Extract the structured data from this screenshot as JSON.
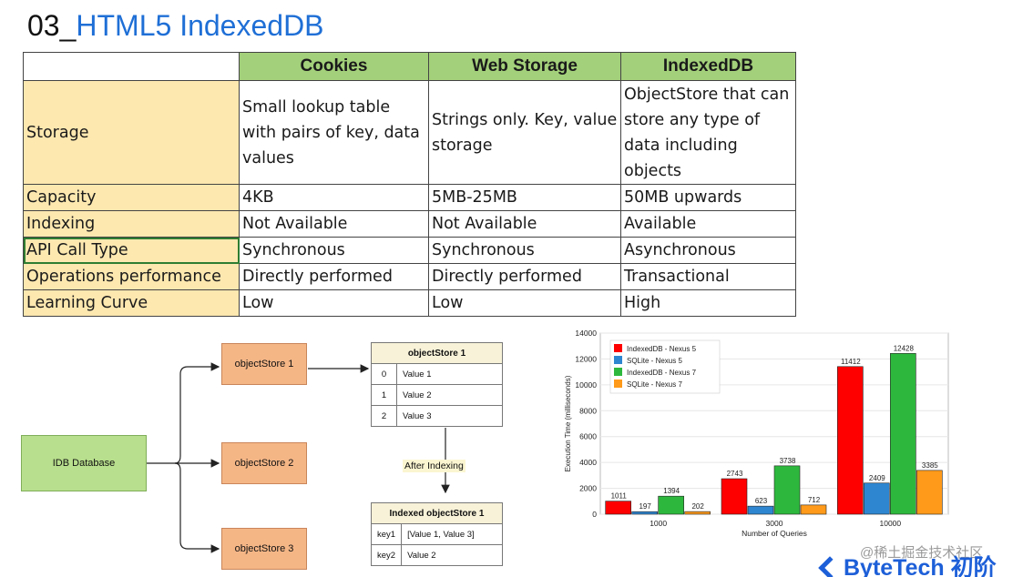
{
  "slide": {
    "number": "03_",
    "title": "HTML5 IndexedDB"
  },
  "comparison_table": {
    "columns": [
      "Cookies",
      "Web Storage",
      "IndexedDB"
    ],
    "rows": [
      {
        "label": "Storage",
        "cells": [
          "Small lookup table with pairs of key, data values",
          "Strings only. Key, value storage",
          "ObjectStore that can store any type of data including objects"
        ]
      },
      {
        "label": "Capacity",
        "cells": [
          "4KB",
          "5MB-25MB",
          "50MB upwards"
        ]
      },
      {
        "label": "Indexing",
        "cells": [
          "Not Available",
          "Not Available",
          "Available"
        ]
      },
      {
        "label": "API Call Type",
        "cells": [
          "Synchronous",
          "Synchronous",
          "Asynchronous"
        ]
      },
      {
        "label": "Operations performance",
        "cells": [
          "Directly performed",
          "Directly performed",
          "Transactional"
        ]
      },
      {
        "label": "Learning Curve",
        "cells": [
          "Low",
          "Low",
          "High"
        ]
      }
    ]
  },
  "diagram": {
    "database": "IDB Database",
    "object_stores": [
      "objectStore 1",
      "objectStore 2",
      "objectStore 3"
    ],
    "store_table": {
      "title": "objectStore 1",
      "rows": [
        [
          "0",
          "Value 1"
        ],
        [
          "1",
          "Value 2"
        ],
        [
          "2",
          "Value 3"
        ]
      ]
    },
    "transition_label": "After Indexing",
    "indexed_table": {
      "title": "Indexed objectStore 1",
      "rows": [
        [
          "key1",
          "[Value 1, Value 3]"
        ],
        [
          "key2",
          "Value 2"
        ]
      ]
    }
  },
  "chart_data": {
    "type": "bar",
    "title": "",
    "xlabel": "Number of Queries",
    "ylabel": "Execution Time (milliseconds)",
    "categories": [
      "1000",
      "3000",
      "10000"
    ],
    "ylim": [
      0,
      14000
    ],
    "yticks": [
      0,
      2000,
      4000,
      6000,
      8000,
      10000,
      12000,
      14000
    ],
    "legend_position": "top-left",
    "series": [
      {
        "name": "IndexedDB - Nexus 5",
        "color": "#ff0000",
        "values": [
          1011,
          2743,
          11412
        ]
      },
      {
        "name": "SQLite - Nexus 5",
        "color": "#2e86d1",
        "values": [
          197,
          623,
          2409
        ]
      },
      {
        "name": "IndexedDB - Nexus 7",
        "color": "#2db83d",
        "values": [
          1394,
          3738,
          12428
        ]
      },
      {
        "name": "SQLite - Nexus 7",
        "color": "#ff9a1a",
        "values": [
          202,
          712,
          3385
        ]
      }
    ]
  },
  "footer": {
    "watermark": "@稀土掘金技术社区",
    "brand": "ByteTech 初阶"
  }
}
